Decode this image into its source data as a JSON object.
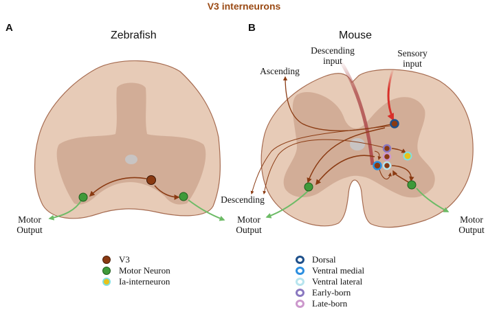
{
  "title": "V3 interneurons",
  "panels": {
    "a": {
      "letter": "A",
      "title": "Zebrafish",
      "labels": {
        "motor_output_left": [
          "Motor",
          "Output"
        ],
        "motor_output_right": [
          "Motor",
          "Output"
        ]
      }
    },
    "b": {
      "letter": "B",
      "title": "Mouse",
      "labels": {
        "descending_input": [
          "Descending",
          "input"
        ],
        "sensory_input": [
          "Sensory",
          "input"
        ],
        "ascending": "Ascending",
        "descending": "Descending",
        "motor_output_right": [
          "Motor",
          "Output"
        ]
      }
    }
  },
  "colors": {
    "title": "#9a4a14",
    "cord_outer": "#e7cbb7",
    "cord_outline": "#a56a4f",
    "gray_matter": "#d2ad97",
    "central_canal": "#c8c4c3",
    "v3": "#8a3a12",
    "motor_neuron": "#3f9a3a",
    "ia": "#e8c21a",
    "ia_ring": "#7fe0e0",
    "axon": "#8a3a12",
    "motor_arrow": "#6dbb66",
    "descending_tract": "#b05050",
    "sensory_tract": "#d8302a",
    "dorsal": "#1d4f8a",
    "ventral_medial": "#2c8fe0",
    "ventral_lateral": "#b6e4ee",
    "early_born": "#8a78c0",
    "late_born": "#cc98cc"
  },
  "legend_cells": [
    {
      "label": "V3",
      "fill": "#8a3a12",
      "border": "#4a1e08"
    },
    {
      "label": "Motor Neuron",
      "fill": "#3f9a3a",
      "border": "#1f5c1c"
    },
    {
      "label": "Ia-interneuron",
      "fill": "#e8c21a",
      "border": "#7fe0e0"
    }
  ],
  "legend_subtypes": [
    {
      "label": "Dorsal",
      "color": "#1d4f8a"
    },
    {
      "label": "Ventral medial",
      "color": "#2c8fe0"
    },
    {
      "label": "Ventral lateral",
      "color": "#b6e4ee"
    },
    {
      "label": "Early-born",
      "color": "#8a78c0"
    },
    {
      "label": "Late-born",
      "color": "#cc98cc"
    }
  ]
}
